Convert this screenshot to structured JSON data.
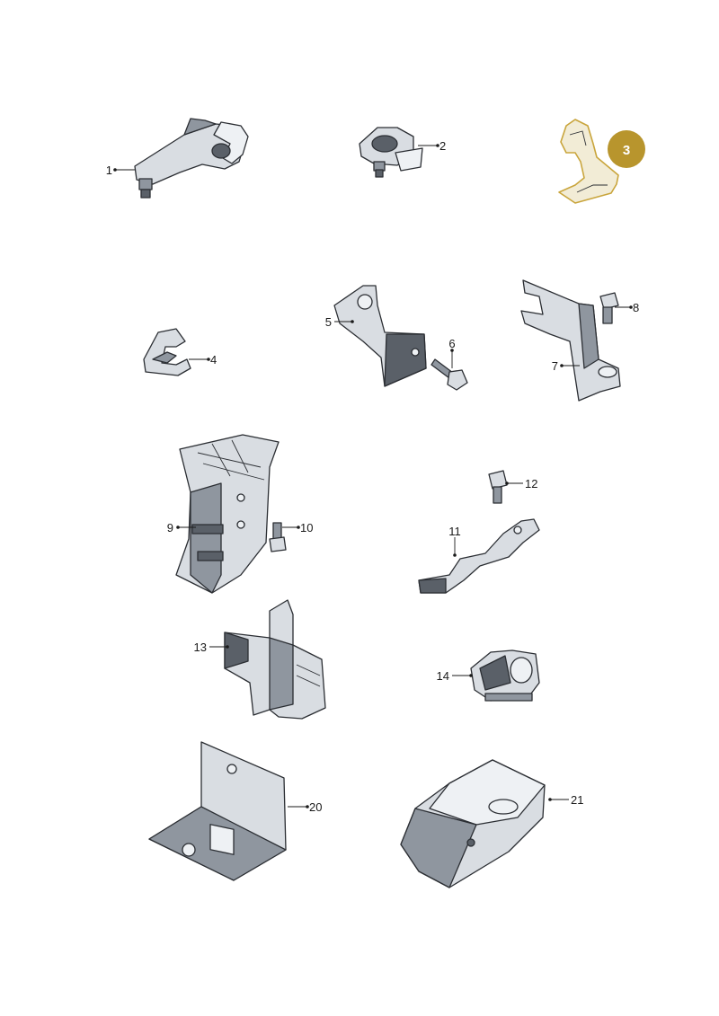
{
  "parts": [
    {
      "number": "1"
    },
    {
      "number": "2"
    },
    {
      "number": "3",
      "highlighted": true
    },
    {
      "number": "4"
    },
    {
      "number": "5"
    },
    {
      "number": "6"
    },
    {
      "number": "7"
    },
    {
      "number": "8"
    },
    {
      "number": "9"
    },
    {
      "number": "10"
    },
    {
      "number": "11"
    },
    {
      "number": "12"
    },
    {
      "number": "13"
    },
    {
      "number": "14"
    },
    {
      "number": "20"
    },
    {
      "number": "21"
    }
  ],
  "colors": {
    "highlight_badge": "#b8952d",
    "highlight_outline": "#c9a53c",
    "part_fill": "#d9dde2",
    "part_shadow": "#8f969f"
  }
}
